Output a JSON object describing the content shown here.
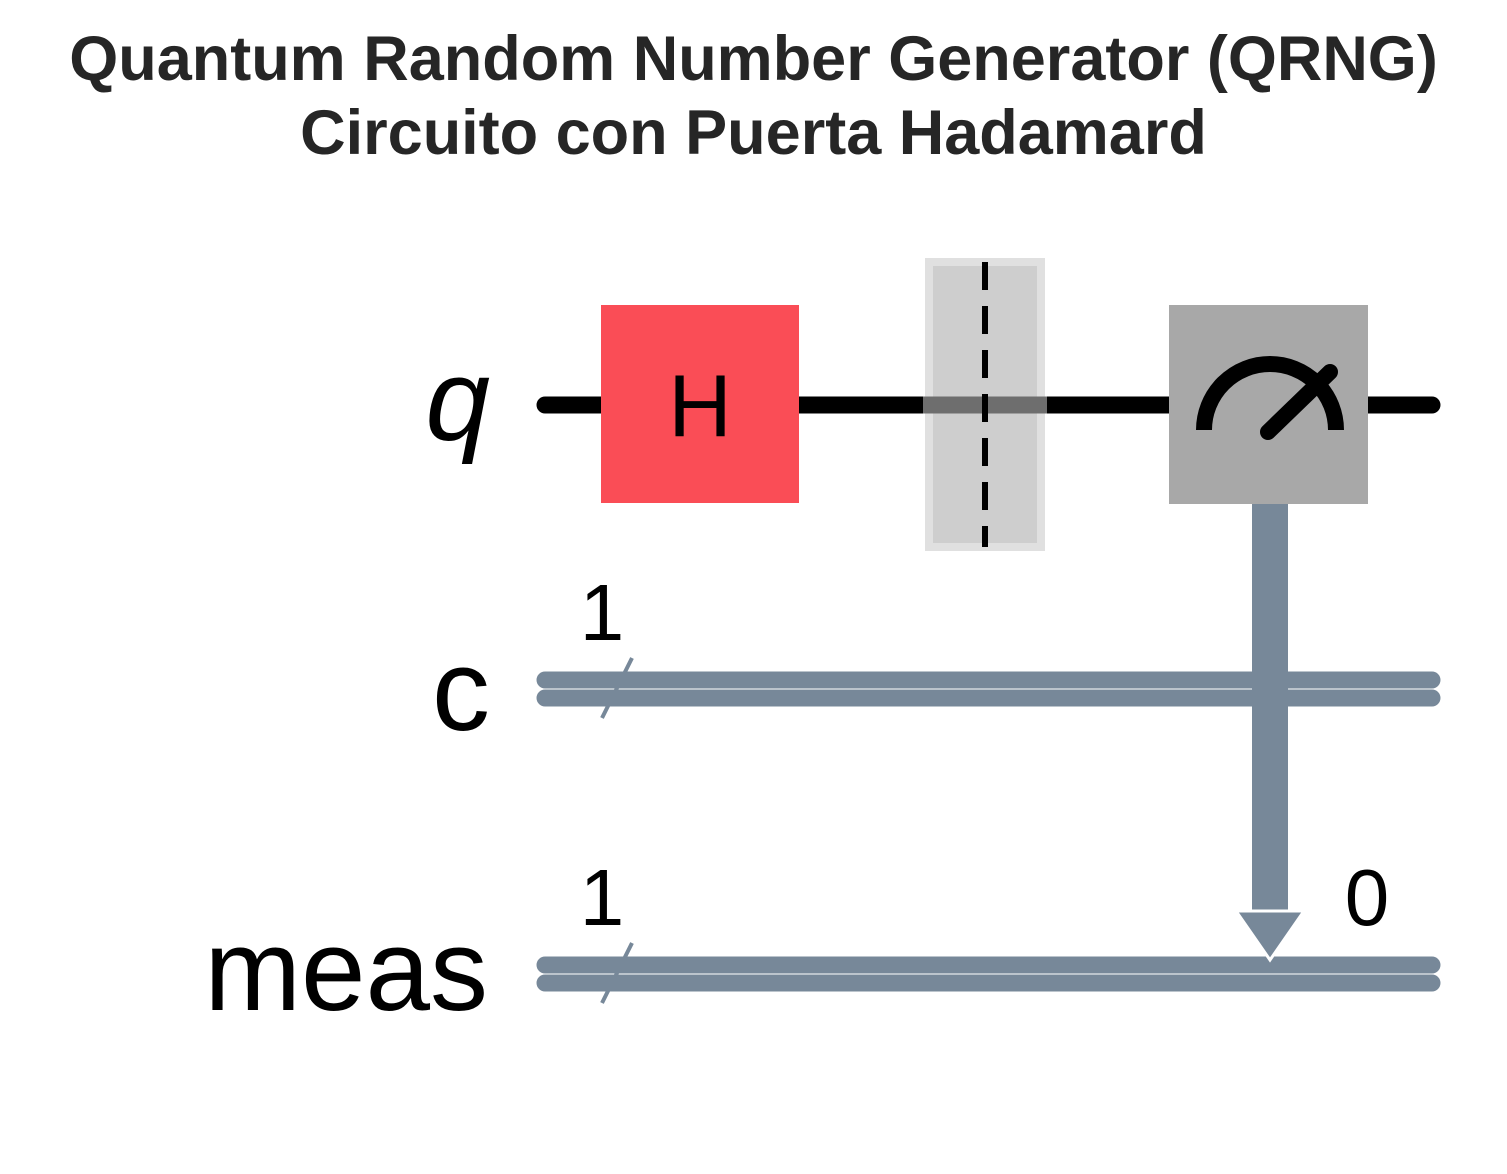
{
  "title": {
    "line1": "Quantum Random Number Generator (QRNG)",
    "line2": "Circuito con Puerta Hadamard"
  },
  "registers": {
    "q": "q",
    "c": "c",
    "meas": "meas"
  },
  "register_sizes": {
    "c": "1",
    "meas": "1"
  },
  "gates": {
    "hadamard_label": "H",
    "measure_target_index": "0"
  },
  "colors": {
    "qubit_wire": "#000000",
    "classical_wire": "#778899",
    "hadamard_fill": "#FA4D56",
    "barrier_fill": "#BDBDBD",
    "measure_fill": "#A8A8A8",
    "title": "#262626"
  }
}
